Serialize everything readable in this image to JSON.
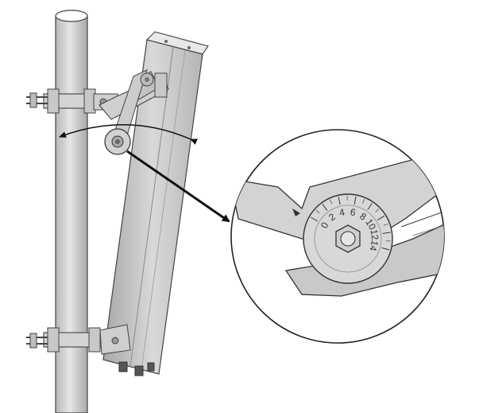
{
  "diagram": {
    "dial": {
      "scale_labels": [
        "0",
        "2",
        "4",
        "6",
        "8",
        "10",
        "12",
        "14"
      ]
    }
  },
  "colors": {
    "line": "#333333",
    "metal_light": "#dcdcdc",
    "metal_mid": "#bdbdbd",
    "metal_dark": "#9a9a9a",
    "background": "#ffffff"
  }
}
